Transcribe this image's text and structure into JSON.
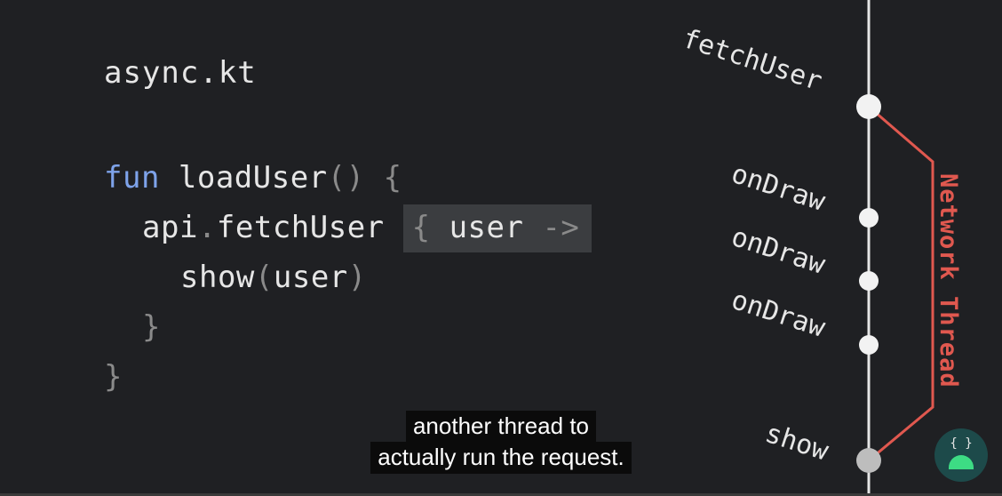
{
  "code": {
    "file_name": "async.kt",
    "line1": {
      "keyword": "fun",
      "name": " loadUser",
      "paren": "()",
      "brace": " {"
    },
    "line2": {
      "obj": "api",
      "dot": ".",
      "method": "fetchUser",
      "hl_brace": "{ ",
      "hl_text": "user",
      "hl_arrow": " ->"
    },
    "line3": {
      "fn": "show",
      "open": "(",
      "arg": "user",
      "close": ")"
    },
    "line4": "}",
    "line5": "}"
  },
  "timeline": {
    "labels": [
      "fetchUser",
      "onDraw",
      "onDraw",
      "onDraw",
      "show"
    ],
    "thread_label": "Network Thread",
    "colors": {
      "line": "#e6e6e6",
      "thread": "#e0584f",
      "dot_last": "#bdbdbd"
    }
  },
  "subtitle": {
    "line1": "another thread to",
    "line2": "actually run the request."
  },
  "player": {
    "progress": 0.0
  },
  "logo": {
    "icon": "android-dev-logo",
    "brace_text": "{ }"
  }
}
